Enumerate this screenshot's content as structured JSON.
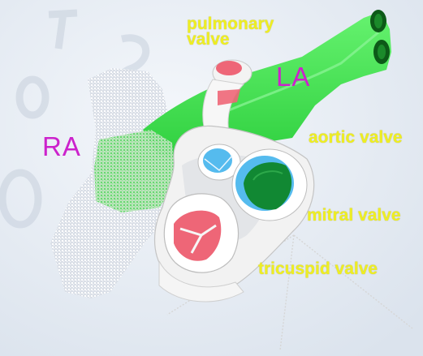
{
  "colors": {
    "background": "#e6ecf3",
    "valve_label": "#eeee22",
    "chamber_label": "#cc22cc",
    "left_atrium": "#44ee55",
    "right_atrium_mesh": "#ffffff",
    "valve_ring": "#f4f4f4",
    "leaflet_blue": "#55bbee",
    "leaflet_red": "#ee6677",
    "mitral_inner": "#118833"
  },
  "labels": {
    "pulmonary_valve": [
      "pulmonary",
      "valve"
    ],
    "la": "LA",
    "ra": "RA",
    "aortic_valve": "aortic valve",
    "mitral_valve": "mitral valve",
    "tricuspid_valve": "tricuspid valve"
  }
}
